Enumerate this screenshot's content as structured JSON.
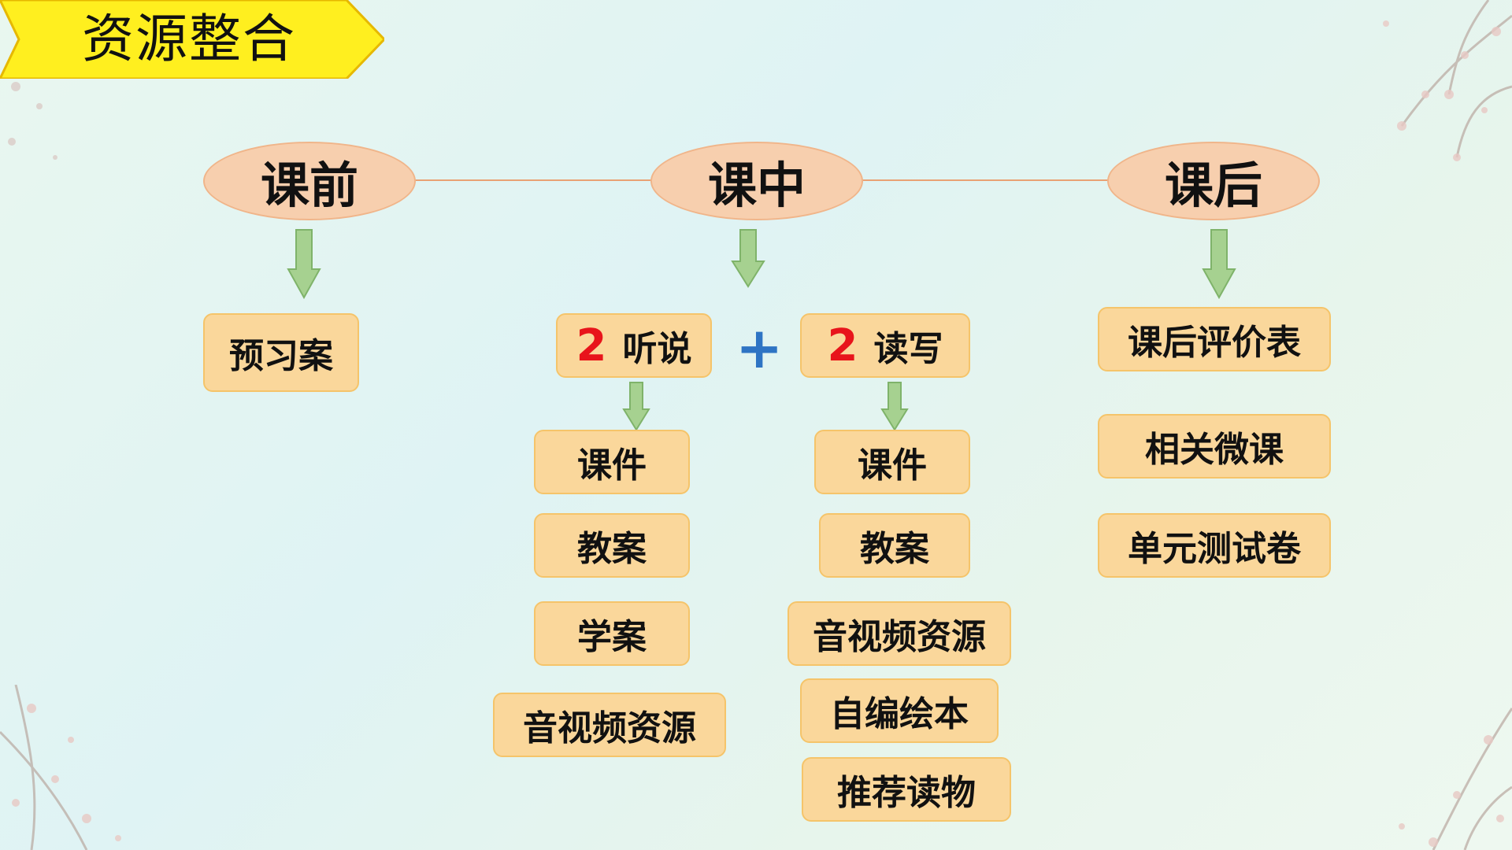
{
  "header": {
    "title": "资源整合"
  },
  "phases": {
    "before": {
      "label": "课前",
      "items": [
        "预习案"
      ]
    },
    "during": {
      "label": "课中",
      "plus": "+",
      "tracks": [
        {
          "count": "2",
          "label": "听说",
          "items": [
            "课件",
            "教案",
            "学案",
            "音视频资源"
          ]
        },
        {
          "count": "2",
          "label": "读写",
          "items": [
            "课件",
            "教案",
            "音视频资源",
            "自编绘本",
            "推荐读物"
          ]
        }
      ]
    },
    "after": {
      "label": "课后",
      "items": [
        "课后评价表",
        "相关微课",
        "单元测试卷"
      ]
    }
  },
  "colors": {
    "ellipse_fill": "#f7cfae",
    "box_fill": "#fad79b",
    "arrow": "#8fc47c",
    "number": "#e8141b",
    "plus": "#2e74c4",
    "banner": "#ffef1f"
  }
}
